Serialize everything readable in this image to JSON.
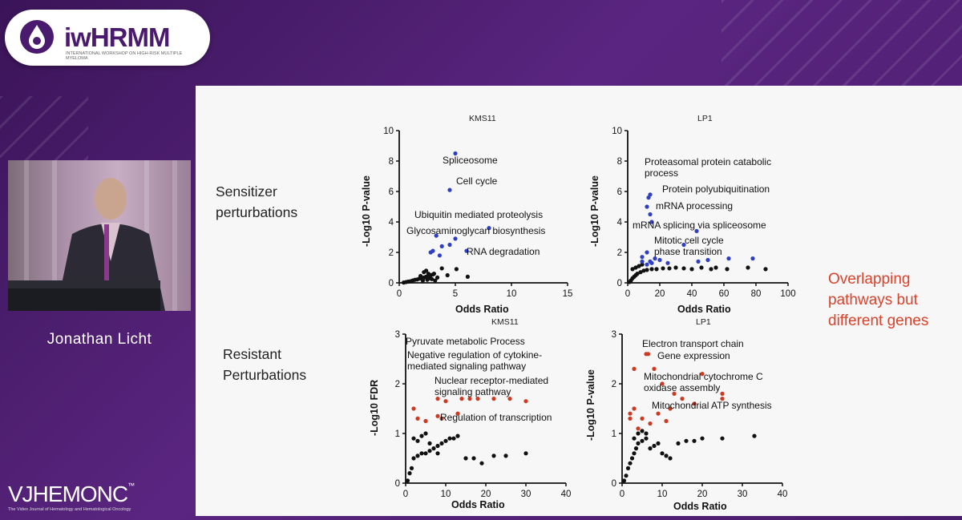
{
  "branding": {
    "conference_logo_text": "iwHRMM",
    "conference_logo_tagline": "INTERNATIONAL WORKSHOP ON HIGH-RISK MULTIPLE MYELOMA",
    "vj_logo": "VJHEMONC",
    "vj_tagline": "The Video Journal of Hematology and Hematological Oncology"
  },
  "speaker": {
    "name": "Jonathan Licht"
  },
  "slide": {
    "row_label_1": [
      "Sensitizer",
      "perturbations"
    ],
    "row_label_2": [
      "Resistant",
      "Perturbations"
    ],
    "side_note": [
      "Overlapping",
      "pathways but",
      "different genes"
    ]
  },
  "colors": {
    "sensitizer": "#2f3fc4",
    "resistant": "#cc3a22",
    "background_points": "#111111",
    "side_note": "#d9422b"
  },
  "chart_data": [
    {
      "type": "scatter",
      "title": "KMS11",
      "xlabel": "Odds Ratio",
      "ylabel": "-Log10 P-value",
      "xlim": [
        0,
        15
      ],
      "ylim": [
        0,
        10
      ],
      "xticks": [
        0,
        5,
        10,
        15
      ],
      "yticks": [
        0,
        2,
        4,
        6,
        8,
        10
      ],
      "annotations": [
        "Spliceosome",
        "Cell cycle",
        "Ubiquitin mediated proteolysis",
        "Glycosaminoglycan biosynthesis",
        "RNA degradation"
      ],
      "series": [
        {
          "color": "#2f3fc4",
          "x": [
            5.0,
            4.5,
            8.0,
            3.3,
            5.0,
            3.8,
            4.5,
            6.0,
            3.0,
            3.6,
            2.8
          ],
          "y": [
            8.5,
            6.1,
            3.6,
            3.1,
            2.9,
            2.4,
            2.5,
            2.1,
            2.1,
            1.8,
            2.0
          ]
        },
        {
          "color": "#111111",
          "x": [
            0.4,
            0.6,
            0.8,
            1.0,
            1.2,
            1.4,
            1.6,
            1.8,
            2.0,
            2.2,
            2.4,
            2.6,
            2.8,
            3.0,
            2.5,
            2.7,
            2.9,
            3.1,
            3.4,
            3.8,
            4.3,
            5.1,
            6.1,
            2.2,
            2.4,
            2.6,
            1.9,
            2.1,
            3.2
          ],
          "y": [
            0.02,
            0.05,
            0.08,
            0.1,
            0.15,
            0.2,
            0.22,
            0.28,
            0.3,
            0.35,
            0.4,
            0.45,
            0.5,
            0.55,
            0.2,
            0.3,
            0.25,
            0.6,
            0.35,
            0.95,
            0.5,
            0.9,
            0.4,
            0.7,
            0.8,
            0.6,
            0.45,
            0.15,
            0.15
          ]
        }
      ]
    },
    {
      "type": "scatter",
      "title": "LP1",
      "xlabel": "Odds Ratio",
      "ylabel": "-Log10 P-value",
      "xlim": [
        0,
        100
      ],
      "ylim": [
        0,
        10
      ],
      "xticks": [
        0,
        20,
        40,
        60,
        80,
        100
      ],
      "yticks": [
        0,
        2,
        4,
        6,
        8,
        10
      ],
      "annotations": [
        "Proteasomal protein catabolic process",
        "Protein polyubiquitination",
        "mRNA processing",
        "mRNA splicing via spliceosome",
        "Mitotic cell cycle phase transition"
      ],
      "series": [
        {
          "color": "#2f3fc4",
          "x": [
            13,
            14,
            12,
            14,
            15,
            43,
            35,
            12,
            9,
            17,
            20,
            14,
            63,
            78,
            50,
            44,
            25,
            9,
            12,
            15
          ],
          "y": [
            5.6,
            5.8,
            5.0,
            4.5,
            4.0,
            3.4,
            2.5,
            2.0,
            1.7,
            1.6,
            1.5,
            1.4,
            1.6,
            1.6,
            1.5,
            1.4,
            1.3,
            1.4,
            1.2,
            1.3
          ]
        },
        {
          "color": "#111111",
          "x": [
            1,
            2,
            3,
            4,
            5,
            6,
            8,
            10,
            12,
            15,
            18,
            22,
            26,
            30,
            35,
            40,
            46,
            52,
            86,
            75,
            62,
            55,
            3,
            5,
            7,
            9
          ],
          "y": [
            0.05,
            0.15,
            0.3,
            0.4,
            0.5,
            0.6,
            0.7,
            0.8,
            0.85,
            0.9,
            0.9,
            0.95,
            0.95,
            1.0,
            0.95,
            0.9,
            1.0,
            0.9,
            0.9,
            1.0,
            0.9,
            1.0,
            0.9,
            1.0,
            1.1,
            1.2
          ]
        }
      ]
    },
    {
      "type": "scatter",
      "title": "KMS11",
      "xlabel": "Odds Ratio",
      "ylabel": "-Log10 FDR",
      "xlim": [
        0,
        40
      ],
      "ylim": [
        0,
        3
      ],
      "xticks": [
        0,
        10,
        20,
        30,
        40
      ],
      "yticks": [
        0,
        1,
        2,
        3
      ],
      "annotations": [
        "Pyruvate metabolic Process",
        "Negative regulation of cytokine-mediated signaling pathway",
        "Nuclear receptor-mediated signaling pathway",
        "Regulation of transcription"
      ],
      "series": [
        {
          "color": "#cc3a22",
          "x": [
            8,
            10,
            14,
            18,
            22,
            26,
            30,
            2,
            3,
            5,
            8,
            9,
            13,
            16
          ],
          "y": [
            1.7,
            1.65,
            1.7,
            1.7,
            1.7,
            1.7,
            1.65,
            1.5,
            1.3,
            1.25,
            1.35,
            1.3,
            1.4,
            1.7
          ]
        },
        {
          "color": "#111111",
          "x": [
            0.5,
            1,
            1.5,
            2,
            3,
            4,
            5,
            6,
            7,
            8,
            9,
            10,
            11,
            12,
            13,
            15,
            17,
            19,
            22,
            25,
            30,
            2,
            3,
            4,
            5,
            6,
            8
          ],
          "y": [
            0.05,
            0.2,
            0.3,
            0.5,
            0.55,
            0.6,
            0.6,
            0.65,
            0.7,
            0.75,
            0.8,
            0.85,
            0.9,
            0.9,
            0.95,
            0.5,
            0.5,
            0.4,
            0.55,
            0.55,
            0.6,
            0.9,
            0.85,
            0.95,
            1.0,
            0.8,
            0.6
          ]
        }
      ]
    },
    {
      "type": "scatter",
      "title": "LP1",
      "xlabel": "Odds Ratio",
      "ylabel": "-Log10 P-value",
      "xlim": [
        0,
        40
      ],
      "ylim": [
        0,
        3
      ],
      "xticks": [
        0,
        10,
        20,
        30,
        40
      ],
      "yticks": [
        0,
        1,
        2,
        3
      ],
      "annotations": [
        "Electron transport chain",
        "Gene expression",
        "Mitochondrial cytochrome C oxidase assembly",
        "Mitochondrial ATP synthesis"
      ],
      "series": [
        {
          "color": "#cc3a22",
          "x": [
            6,
            6.5,
            3,
            8,
            20,
            25,
            10,
            13,
            15,
            25,
            18,
            2,
            3,
            5,
            7,
            9,
            11,
            2,
            4,
            12
          ],
          "y": [
            2.6,
            2.6,
            2.3,
            2.3,
            2.2,
            1.8,
            2.0,
            1.8,
            1.7,
            1.7,
            1.6,
            1.4,
            1.5,
            1.3,
            1.2,
            1.4,
            1.25,
            1.3,
            1.1,
            1.5
          ]
        },
        {
          "color": "#111111",
          "x": [
            0.5,
            1,
            1.5,
            2,
            2.5,
            3,
            3.5,
            4,
            5,
            6,
            7,
            8,
            9,
            10,
            11,
            12,
            14,
            16,
            18,
            20,
            25,
            33,
            3,
            4,
            5,
            6
          ],
          "y": [
            0.05,
            0.15,
            0.3,
            0.4,
            0.5,
            0.6,
            0.7,
            0.8,
            0.85,
            0.9,
            0.7,
            0.75,
            0.8,
            0.6,
            0.55,
            0.5,
            0.8,
            0.85,
            0.85,
            0.9,
            0.9,
            0.95,
            0.9,
            1.0,
            1.05,
            1.0
          ]
        }
      ]
    }
  ]
}
